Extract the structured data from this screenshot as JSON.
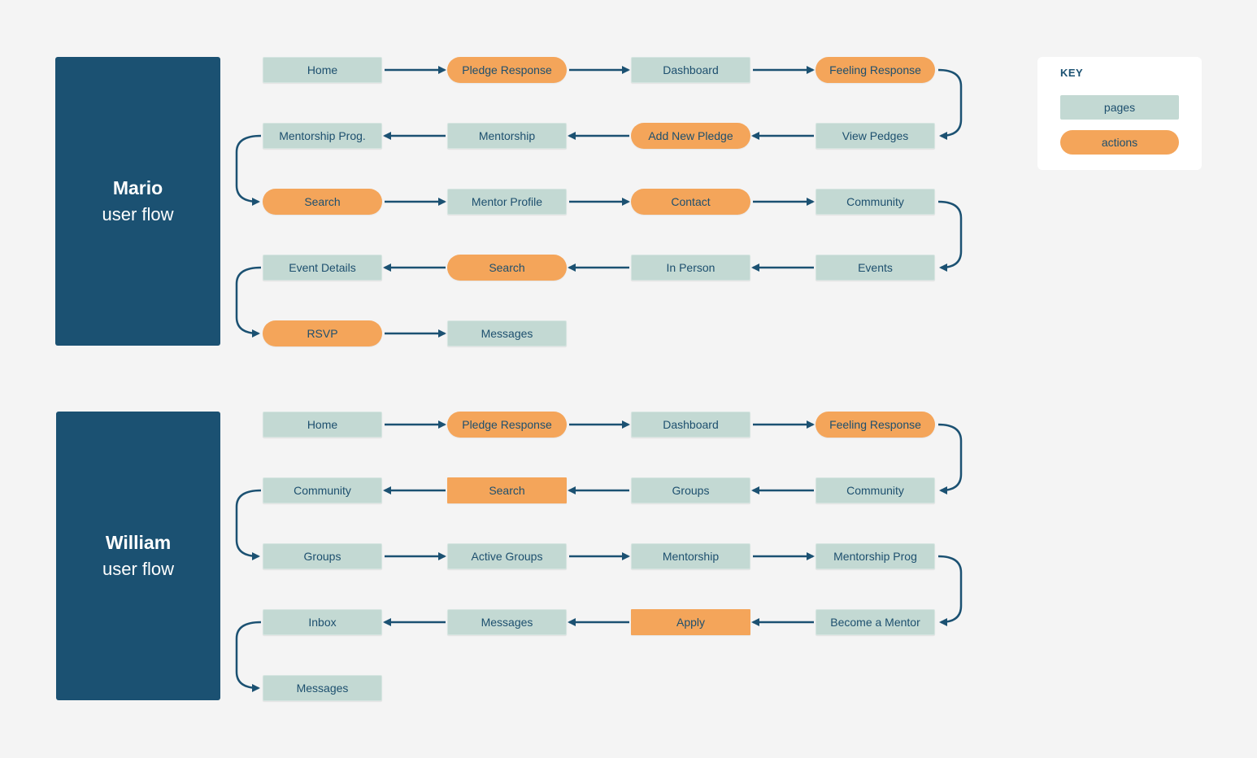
{
  "colors": {
    "background": "#f4f4f4",
    "panel": "#1b5172",
    "page_node": "#c3d9d3",
    "action_node": "#f4a55a",
    "connector": "#1b5172",
    "text": "#1d4f6e"
  },
  "flows": [
    {
      "name": "Mario",
      "subtitle": "user flow",
      "rows": [
        [
          {
            "label": "Home",
            "type": "page"
          },
          {
            "label": "Pledge Response",
            "type": "action"
          },
          {
            "label": "Dashboard",
            "type": "page"
          },
          {
            "label": "Feeling Response",
            "type": "action"
          }
        ],
        [
          {
            "label": "Mentorship Prog.",
            "type": "page"
          },
          {
            "label": "Mentorship",
            "type": "page"
          },
          {
            "label": "Add New Pledge",
            "type": "action"
          },
          {
            "label": "View Pedges",
            "type": "page"
          }
        ],
        [
          {
            "label": "Search",
            "type": "action"
          },
          {
            "label": "Mentor Profile",
            "type": "page"
          },
          {
            "label": "Contact",
            "type": "action"
          },
          {
            "label": "Community",
            "type": "page"
          }
        ],
        [
          {
            "label": "Event Details",
            "type": "page"
          },
          {
            "label": "Search",
            "type": "action"
          },
          {
            "label": "In Person",
            "type": "page"
          },
          {
            "label": "Events",
            "type": "page"
          }
        ],
        [
          {
            "label": "RSVP",
            "type": "action"
          },
          {
            "label": "Messages",
            "type": "page"
          }
        ]
      ]
    },
    {
      "name": "William",
      "subtitle": "user flow",
      "rows": [
        [
          {
            "label": "Home",
            "type": "page"
          },
          {
            "label": "Pledge Response",
            "type": "action"
          },
          {
            "label": "Dashboard",
            "type": "page"
          },
          {
            "label": "Feeling Response",
            "type": "action"
          }
        ],
        [
          {
            "label": "Community",
            "type": "page"
          },
          {
            "label": "Search",
            "type": "action-rect"
          },
          {
            "label": "Groups",
            "type": "page"
          },
          {
            "label": "Community",
            "type": "page"
          }
        ],
        [
          {
            "label": "Groups",
            "type": "page"
          },
          {
            "label": "Active Groups",
            "type": "page"
          },
          {
            "label": "Mentorship",
            "type": "page"
          },
          {
            "label": "Mentorship Prog",
            "type": "page"
          }
        ],
        [
          {
            "label": "Inbox",
            "type": "page"
          },
          {
            "label": "Messages",
            "type": "page"
          },
          {
            "label": "Apply",
            "type": "action-rect"
          },
          {
            "label": "Become a Mentor",
            "type": "page"
          }
        ],
        [
          {
            "label": "Messages",
            "type": "page"
          }
        ]
      ]
    }
  ],
  "key": {
    "title": "KEY",
    "page_label": "pages",
    "action_label": "actions"
  }
}
